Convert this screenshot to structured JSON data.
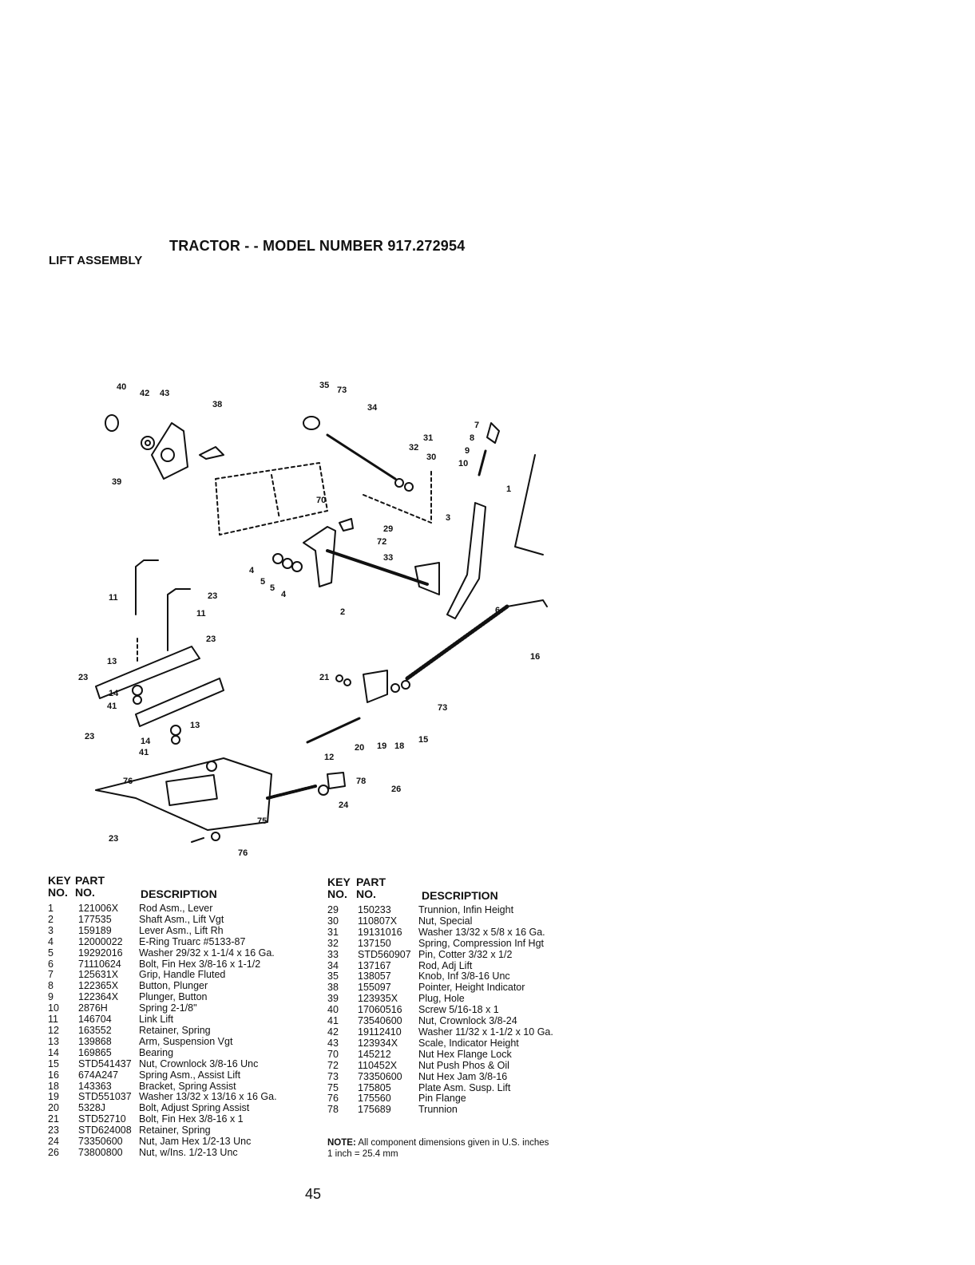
{
  "header": {
    "title": "TRACTOR - - MODEL NUMBER 917.272954",
    "section": "LIFT ASSEMBLY"
  },
  "diagram": {
    "callouts": [
      "40",
      "42",
      "43",
      "38",
      "39",
      "35",
      "73",
      "34",
      "32",
      "31",
      "30",
      "7",
      "8",
      "9",
      "10",
      "1",
      "3",
      "70",
      "29",
      "72",
      "33",
      "4",
      "5",
      "5",
      "4",
      "2",
      "6",
      "11",
      "23",
      "11",
      "23",
      "13",
      "23",
      "14",
      "41",
      "13",
      "23",
      "14",
      "41",
      "16",
      "21",
      "73",
      "20",
      "19",
      "18",
      "15",
      "12",
      "26",
      "24",
      "78",
      "76",
      "75",
      "23",
      "76"
    ]
  },
  "table_headers": {
    "key": "KEY",
    "no": "NO.",
    "part": "PART",
    "part_no": "NO.",
    "description": "DESCRIPTION"
  },
  "parts_left": [
    {
      "key": "1",
      "part": "121006X",
      "desc": "Rod Asm., Lever"
    },
    {
      "key": "2",
      "part": "177535",
      "desc": "Shaft Asm., Lift Vgt"
    },
    {
      "key": "3",
      "part": "159189",
      "desc": "Lever Asm., Lift Rh"
    },
    {
      "key": "4",
      "part": "12000022",
      "desc": "E-Ring Truarc #5133-87"
    },
    {
      "key": "5",
      "part": "19292016",
      "desc": "Washer 29/32 x 1-1/4 x 16 Ga."
    },
    {
      "key": "6",
      "part": "71110624",
      "desc": "Bolt, Fin Hex 3/8-16 x 1-1/2"
    },
    {
      "key": "7",
      "part": "125631X",
      "desc": "Grip, Handle Fluted"
    },
    {
      "key": "8",
      "part": "122365X",
      "desc": "Button, Plunger"
    },
    {
      "key": "9",
      "part": "122364X",
      "desc": "Plunger, Button"
    },
    {
      "key": "10",
      "part": "2876H",
      "desc": "Spring 2-1/8\""
    },
    {
      "key": "11",
      "part": "146704",
      "desc": "Link Lift"
    },
    {
      "key": "12",
      "part": "163552",
      "desc": "Retainer, Spring"
    },
    {
      "key": "13",
      "part": "139868",
      "desc": "Arm, Suspension Vgt"
    },
    {
      "key": "14",
      "part": "169865",
      "desc": "Bearing"
    },
    {
      "key": "15",
      "part": "STD541437",
      "desc": "Nut, Crownlock 3/8-16 Unc"
    },
    {
      "key": "16",
      "part": "674A247",
      "desc": "Spring Asm., Assist Lift"
    },
    {
      "key": "18",
      "part": "143363",
      "desc": "Bracket, Spring Assist"
    },
    {
      "key": "19",
      "part": "STD551037",
      "desc": "Washer 13/32 x 13/16 x 16 Ga."
    },
    {
      "key": "20",
      "part": "5328J",
      "desc": "Bolt, Adjust Spring Assist"
    },
    {
      "key": "21",
      "part": "STD52710",
      "desc": "Bolt, Fin Hex 3/8-16 x 1"
    },
    {
      "key": "23",
      "part": "STD624008",
      "desc": "Retainer, Spring"
    },
    {
      "key": "24",
      "part": "73350600",
      "desc": "Nut, Jam Hex 1/2-13 Unc"
    },
    {
      "key": "26",
      "part": "73800800",
      "desc": "Nut, w/Ins. 1/2-13 Unc"
    }
  ],
  "parts_right": [
    {
      "key": "29",
      "part": "150233",
      "desc": "Trunnion, Infin Height"
    },
    {
      "key": "30",
      "part": "110807X",
      "desc": "Nut, Special"
    },
    {
      "key": "31",
      "part": "19131016",
      "desc": "Washer 13/32 x 5/8 x 16 Ga."
    },
    {
      "key": "32",
      "part": "137150",
      "desc": "Spring, Compression Inf Hgt"
    },
    {
      "key": "33",
      "part": "STD560907",
      "desc": "Pin, Cotter 3/32 x 1/2"
    },
    {
      "key": "34",
      "part": "137167",
      "desc": "Rod, Adj Lift"
    },
    {
      "key": "35",
      "part": "138057",
      "desc": "Knob, Inf 3/8-16 Unc"
    },
    {
      "key": "38",
      "part": "155097",
      "desc": "Pointer, Height Indicator"
    },
    {
      "key": "39",
      "part": "123935X",
      "desc": "Plug, Hole"
    },
    {
      "key": "40",
      "part": "17060516",
      "desc": "Screw 5/16-18 x 1"
    },
    {
      "key": "41",
      "part": "73540600",
      "desc": "Nut, Crownlock 3/8-24"
    },
    {
      "key": "42",
      "part": "19112410",
      "desc": "Washer 11/32 x 1-1/2 x 10 Ga."
    },
    {
      "key": "43",
      "part": "123934X",
      "desc": "Scale, Indicator Height"
    },
    {
      "key": "70",
      "part": "145212",
      "desc": "Nut Hex Flange Lock"
    },
    {
      "key": "72",
      "part": "110452X",
      "desc": "Nut Push Phos & Oil"
    },
    {
      "key": "73",
      "part": "73350600",
      "desc": "Nut Hex Jam 3/8-16"
    },
    {
      "key": "75",
      "part": "175805",
      "desc": "Plate Asm. Susp. Lift"
    },
    {
      "key": "76",
      "part": "175560",
      "desc": "Pin Flange"
    },
    {
      "key": "78",
      "part": "175689",
      "desc": "Trunnion"
    }
  ],
  "note": {
    "label": "NOTE:",
    "text": "All component dimensions given in U.S. inches",
    "conversion": "1 inch = 25.4 mm"
  },
  "page_number": "45"
}
